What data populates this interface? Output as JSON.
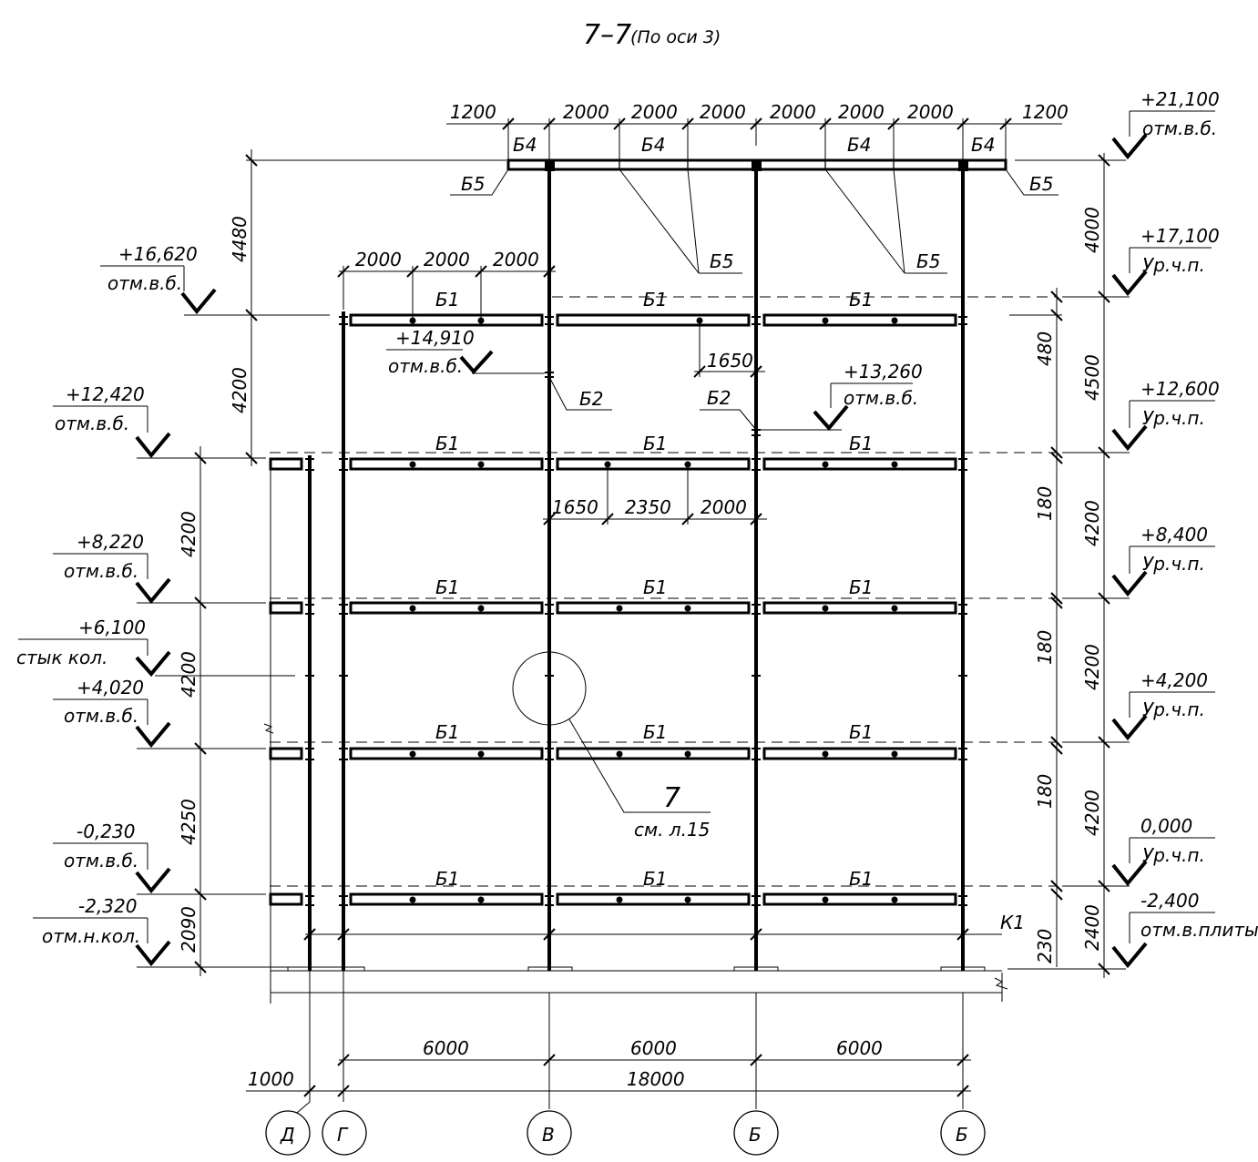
{
  "title": {
    "main": "7–7",
    "sub": "(По оси 3)"
  },
  "top_dims": [
    "1200",
    "2000",
    "2000",
    "2000",
    "2000",
    "2000",
    "2000",
    "1200"
  ],
  "roof_beam_labels": [
    "Б4",
    "Б4",
    "Б4",
    "Б4"
  ],
  "b5_label": "Б5",
  "b1_label": "Б1",
  "b2_label": "Б2",
  "k1_label": "К1",
  "upper_dims": [
    "2000",
    "2000",
    "2000"
  ],
  "mid_dims": [
    "1650",
    "2350",
    "2000"
  ],
  "dim_1650": "1650",
  "left_levels": [
    {
      "value": "+16,620",
      "label": "отм.в.б."
    },
    {
      "value": "+12,420",
      "label": "отм.в.б."
    },
    {
      "value": "+8,220",
      "label": "отм.в.б."
    },
    {
      "value": "+6,100",
      "label": "стык кол."
    },
    {
      "value": "+4,020",
      "label": "отм.в.б."
    },
    {
      "value": "-0,230",
      "label": "отм.в.б."
    },
    {
      "value": "-2,320",
      "label": "отм.н.кол."
    }
  ],
  "right_levels": [
    {
      "value": "+21,100",
      "label": "отм.в.б."
    },
    {
      "value": "+17,100",
      "label": "Ур.ч.п."
    },
    {
      "value": "+12,600",
      "label": "Ур.ч.п."
    },
    {
      "value": "+8,400",
      "label": "Ур.ч.п."
    },
    {
      "value": "+4,200",
      "label": "Ур.ч.п."
    },
    {
      "value": "0,000",
      "label": "Ур.ч.п."
    },
    {
      "value": "-2,400",
      "label": "отм.в.плиты"
    }
  ],
  "inner_levels": [
    {
      "value": "+14,910",
      "label": "отм.в.б."
    },
    {
      "value": "+13,260",
      "label": "отм.в.б."
    }
  ],
  "left_vdims": [
    "4480",
    "4200",
    "4200",
    "4200",
    "4250",
    "2090"
  ],
  "right_inner_vdims": [
    "480",
    "180",
    "180",
    "180",
    "230"
  ],
  "right_outer_vdims": [
    "4000",
    "4500",
    "4200",
    "4200",
    "4200",
    "2400"
  ],
  "bottom_dims": [
    "6000",
    "6000",
    "6000"
  ],
  "total_dim": "18000",
  "dim_1000": "1000",
  "axes": [
    "Д",
    "Г",
    "В",
    "Б",
    "Б"
  ],
  "callout": {
    "number": "7",
    "ref": "см. л.15"
  }
}
